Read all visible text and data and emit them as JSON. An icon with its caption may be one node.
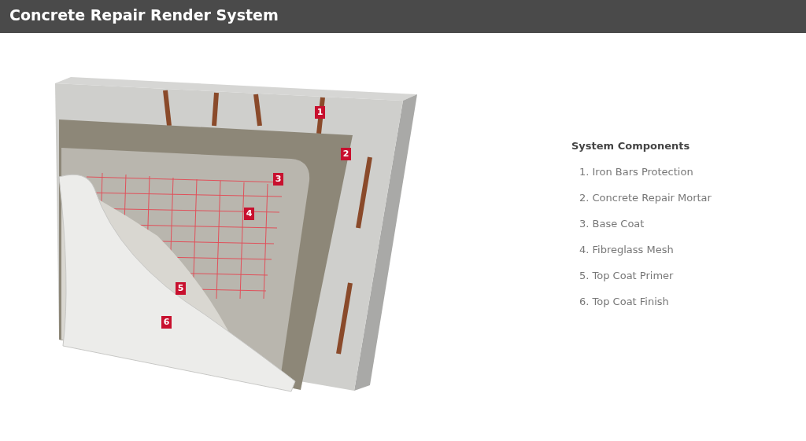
{
  "diagram": {
    "title": "Concrete Repair Render System",
    "labels": [
      "1",
      "2",
      "3",
      "4",
      "5",
      "6",
      "System Components",
      "1. Iron Bars Protection",
      "2. Concrete Repair Mortar",
      "3. Base Coat",
      "4. Fibreglass Mesh",
      "5. Top Coat Primer",
      "6. Top Coat Finish"
    ]
  }
}
